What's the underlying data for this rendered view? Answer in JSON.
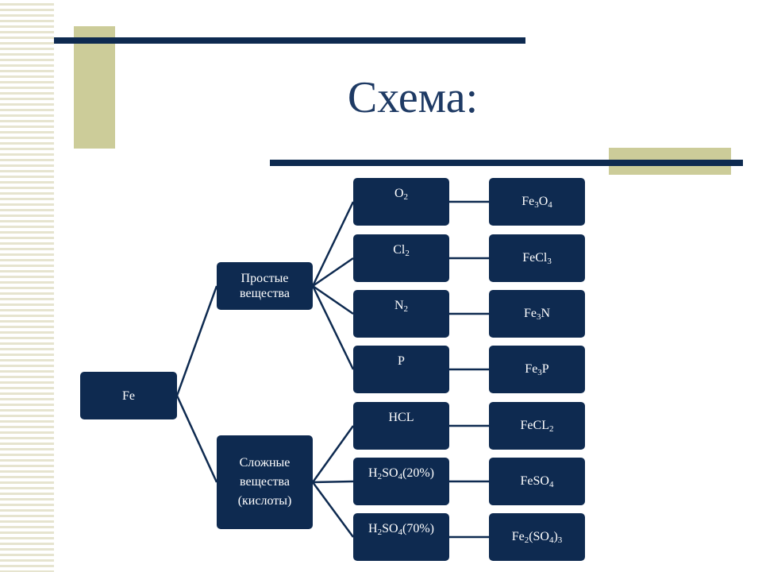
{
  "slide": {
    "title": "Схема:",
    "colors": {
      "navy": "#0e2a50",
      "title": "#1e3a64",
      "olive": "#cccc99",
      "stripe": "#e6e4cf"
    }
  },
  "diagram": {
    "root": "Fe",
    "groups": [
      {
        "id": "simple",
        "label": "Простые\nвещества"
      },
      {
        "id": "complex",
        "label": "Сложные\nвещества\n(кислоты)"
      }
    ],
    "reactants": [
      {
        "group": "simple",
        "text": "O2",
        "html": "O<sub>2</sub>"
      },
      {
        "group": "simple",
        "text": "Cl2",
        "html": "Cl<sub>2</sub>"
      },
      {
        "group": "simple",
        "text": "N2",
        "html": "N<sub>2</sub>"
      },
      {
        "group": "simple",
        "text": "P",
        "html": "P"
      },
      {
        "group": "complex",
        "text": "HCL",
        "html": "HCL"
      },
      {
        "group": "complex",
        "text": "H2SO4(20%)",
        "html": "H<sub>2</sub>SO<sub>4</sub>(20%)"
      },
      {
        "group": "complex",
        "text": "H2SO4(70%)",
        "html": "H<sub>2</sub>SO<sub>4</sub>(70%)"
      }
    ],
    "products": [
      {
        "text": "Fe3O4",
        "html": "Fe<sub>3</sub>O<sub>4</sub>"
      },
      {
        "text": "FeCl3",
        "html": "FeCl<sub>3</sub>"
      },
      {
        "text": "Fe3N",
        "html": "Fe<sub>3</sub>N"
      },
      {
        "text": "Fe3P",
        "html": "Fe<sub>3</sub>P"
      },
      {
        "text": "FeCL2",
        "html": "FeCL<sub>2</sub>"
      },
      {
        "text": "FeSO4",
        "html": "FeSO<sub>4</sub>"
      },
      {
        "text": "Fe2(SO4)3",
        "html": "Fe<sub>2</sub>(SO<sub>4</sub>)<sub>3</sub>"
      }
    ]
  }
}
